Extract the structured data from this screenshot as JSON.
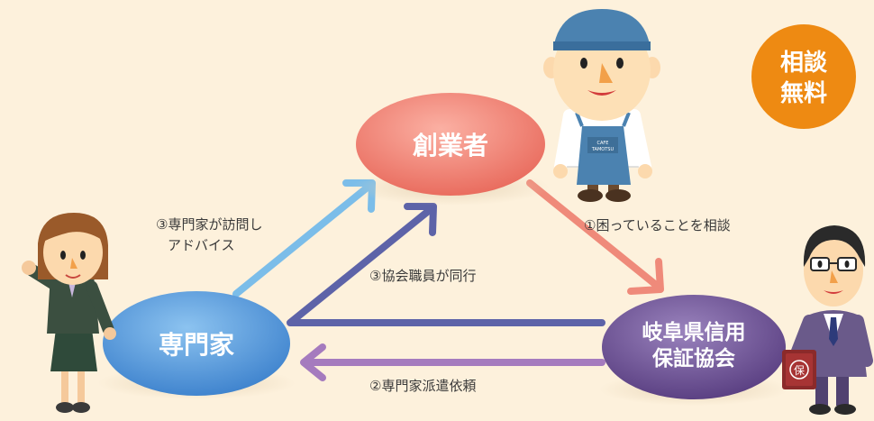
{
  "badge": {
    "line1": "相談",
    "line2": "無料"
  },
  "nodes": {
    "founder": "創業者",
    "expert": "専門家",
    "association_line1": "岐阜県信用",
    "association_line2": "保証協会"
  },
  "edges": {
    "consult": "①困っていることを相談",
    "dispatch": "②専門家派遣依頼",
    "visit_line1": "③専門家が訪問し",
    "visit_line2": "アドバイス",
    "staff": "③協会職員が同行"
  },
  "figures": {
    "apron_text_line1": "CAFE",
    "apron_text_line2": "TAMOTSU",
    "book_stamp": "保"
  },
  "colors": {
    "background": "#fdf1dc",
    "founder_node": "#ee7d6e",
    "expert_node": "#4c93d8",
    "association_node": "#6d5293",
    "badge": "#ee8a12",
    "arrow_consult": "#ef8a7a",
    "arrow_dispatch": "#a57bbe",
    "arrow_visit": "#7bbde9",
    "arrow_staff": "#5d63a8"
  }
}
